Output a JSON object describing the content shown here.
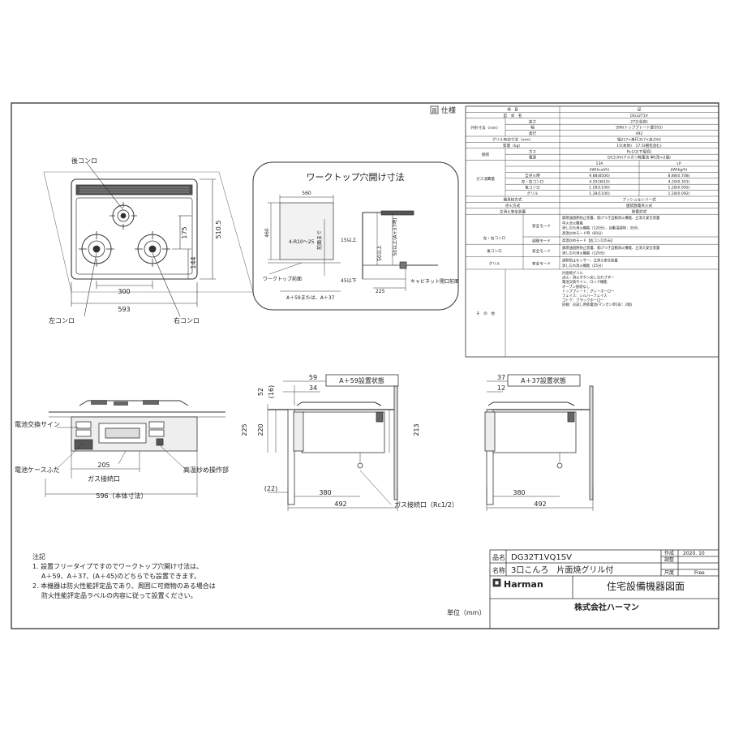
{
  "spec": {
    "section_label": "仕様",
    "header_item": "項　目",
    "header_content": "記",
    "rows": [
      {
        "label": "型　式　名",
        "value": "DG32T1V"
      },
      {
        "label": "外形寸法（mm）",
        "sub": [
          {
            "label": "高さ",
            "value": "272(全高)"
          },
          {
            "label": "幅",
            "value": "596(トッププレート部593)"
          },
          {
            "label": "奥行",
            "value": "492"
          }
        ]
      },
      {
        "label": "グリル有効寸法（mm）",
        "value": "幅217×奥行317×高さ62"
      },
      {
        "label": "質量（kg）",
        "value": "15(本体)　17.5(梱包含む)"
      },
      {
        "label": "接続",
        "sub": [
          {
            "label": "ガス",
            "value": "Rc1/2(下接続)"
          },
          {
            "label": "電源",
            "value": "DC3.0V(アルカリ乾電池 単1形×2個)"
          }
        ]
      }
    ],
    "gas_head": {
      "label": "ガス消費量",
      "col1": "13A",
      "col2": "LP",
      "unit1": "kW(kcal/h)",
      "unit2": "kW(kg/h)"
    },
    "gas_rows": [
      {
        "label": "全点火時",
        "v1": "9.88(8500)",
        "v2": "8.88(0.708)"
      },
      {
        "label": "左・右コンロ",
        "v1": "4.20(3610)",
        "v2": "4.20(0.301)"
      },
      {
        "label": "後コンロ",
        "v1": "1.28(1100)",
        "v2": "1.28(0.092)"
      },
      {
        "label": "グリル",
        "v1": "1.28(1100)",
        "v2": "1.28(0.092)"
      }
    ],
    "rows2": [
      {
        "label": "器具栓方式",
        "value": "プッシュ＆レバー式"
      },
      {
        "label": "点火方式",
        "value": "連続放電点火式"
      },
      {
        "label": "立消え安全装置",
        "value": "熱電対式"
      }
    ],
    "burners": [
      {
        "label": "左・右コンロ",
        "mode": "安全モード",
        "text": [
          "調理油過熱防止装置、焦げつき自動消火機能、立消え安全装置",
          "中火点火機能",
          "消し忘れ消火機能（120分）、自動温調時：30分、",
          "高温炒めモード時（60分）"
        ]
      },
      {
        "label": "",
        "mode": "調理モード",
        "text": [
          "高温炒めモード【右コンロのみ】"
        ]
      },
      {
        "label": "後コンロ",
        "mode": "安全モード",
        "text": [
          "調理油過熱防止装置、焦げつき自動消火機能、立消え安全装置",
          "消し忘れ消火機能（120分）"
        ]
      },
      {
        "label": "グリル",
        "mode": "安全モード",
        "text": [
          "過熱防止センサー、立消え安全装置",
          "消し忘れ消火機能（25分）"
        ]
      }
    ],
    "other_label": "そ　の　他",
    "other_lines": [
      "片面焼グリル",
      "点火・消火ボタン戻し忘れブザー",
      "電池交換サイン、ロック機能",
      "オーブン接続なし",
      "トッププレート：グレーホーロー",
      "フェイス：シルバーフェイス",
      "ゴトク：ブラックホーロー",
      "同梱：お試し用乾電池(マンガン単1形：2個)"
    ]
  },
  "top_view": {
    "rear_burner": "後コンロ",
    "left_burner": "左コンロ",
    "right_burner": "右コンロ",
    "dims": [
      "300",
      "593",
      "175",
      "144",
      "510.5"
    ]
  },
  "worktop": {
    "title": "ワークトップ穴開け寸法",
    "front_label": "ワークトップ前面",
    "note": "A＋59または、A＋37",
    "cabinet_label": "キャビネット開口前面",
    "radius": "4-R10～25",
    "dims": [
      "560",
      "460",
      "15以上",
      "45以下",
      "225",
      "50以上",
      "50以上(A+37時)",
      "前面まで"
    ]
  },
  "front_view": {
    "battery_sign": "電池交換サイン",
    "battery_cover": "電池ケースふた",
    "high_temp": "高温炒め操作部",
    "gas_conn": "ガス接続口",
    "dims": [
      "205",
      "596（本体寸法）"
    ]
  },
  "side_a59": {
    "title": "A＋59設置状態",
    "dims": [
      "59",
      "34",
      "52",
      "(16)",
      "225",
      "220",
      "213",
      "(22)",
      "380",
      "492"
    ],
    "gas_label": "ガス接続口（Rc1/2）"
  },
  "side_a37": {
    "title": "A＋37設置状態",
    "dims": [
      "37",
      "12",
      "380",
      "492"
    ]
  },
  "notes": {
    "title": "注記",
    "lines": [
      "1. 設置フリータイプですのでワークトップ穴開け寸法は、",
      "A＋59、A＋37、(A＋45)のどちらでも設置できます。",
      "2. 本機器は防火性能評定品であり、周囲に可燃物のある場合は",
      "防火性能評定品ラベルの内容に従って設置ください。"
    ]
  },
  "title_block": {
    "product_label": "品名",
    "product_value": "DG32T1VQ1SV",
    "name_label": "名称",
    "name_value": "3口こんろ　片面焼グリル付",
    "created_label": "作成",
    "created_value": "2020. 10",
    "check_label": "調整",
    "scale_label": "尺度",
    "scale_value": "Free",
    "brand": "Harman",
    "drawing_title": "住宅設備機器図面",
    "company": "株式会社ハーマン",
    "unit": "単位（mm）"
  },
  "colors": {
    "line": "#333333",
    "light": "#888888",
    "fill_dark": "#555555",
    "panel": "#e9e9e9"
  }
}
